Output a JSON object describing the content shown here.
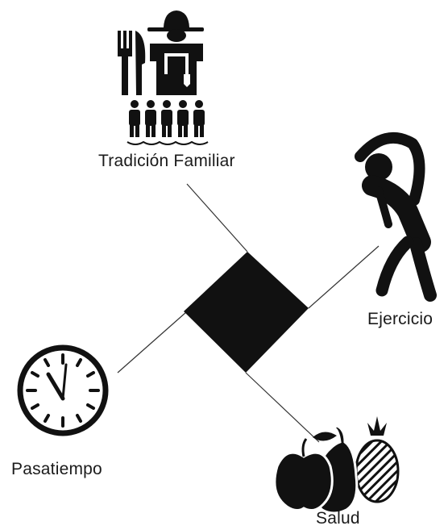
{
  "labels": {
    "tradicion": "Tradición Familiar",
    "ejercicio": "Ejercicio",
    "pasatiempo": "Pasatiempo",
    "salud": "Salud"
  },
  "icons": {
    "tradicion": "farmer-family-tradition-icon",
    "ejercicio": "stretching-person-icon",
    "pasatiempo": "clock-icon",
    "salud": "fruits-icon"
  },
  "colors": {
    "ink": "#111111",
    "line": "#333333",
    "background": "#ffffff"
  }
}
